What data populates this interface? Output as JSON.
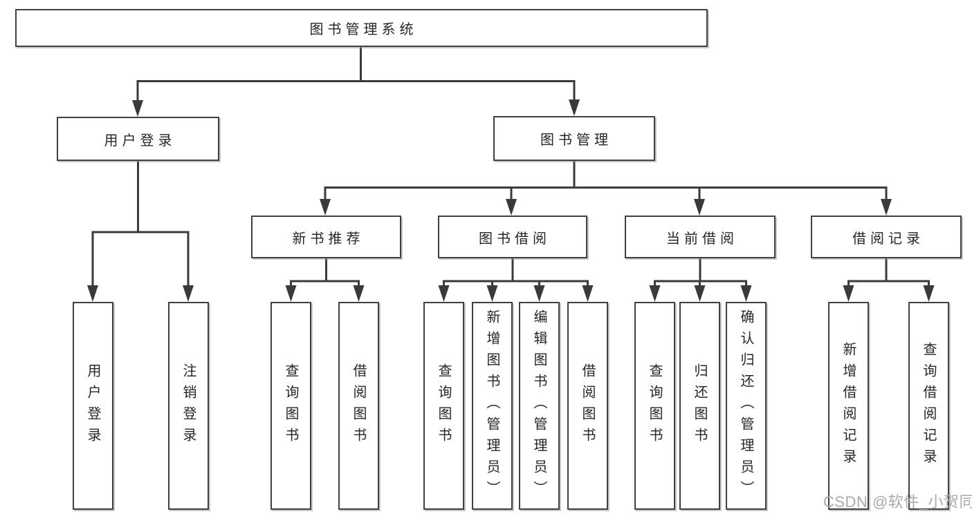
{
  "nodes": {
    "root": {
      "label": "图书管理系统"
    },
    "user_login": {
      "label": "用户登录"
    },
    "book_management": {
      "label": "图书管理"
    },
    "new_book_recommend": {
      "label": "新书推荐"
    },
    "book_borrowing": {
      "label": "图书借阅"
    },
    "current_borrowing": {
      "label": "当前借阅"
    },
    "borrowing_records": {
      "label": "借阅记录"
    },
    "leaf_user_login": {
      "label": "用户登录"
    },
    "leaf_logout": {
      "label": "注销登录"
    },
    "leaf_recommend_query_books": {
      "label": "查询图书"
    },
    "leaf_recommend_borrow_books": {
      "label": "借阅图书"
    },
    "leaf_borrowing_query_books": {
      "label": "查询图书"
    },
    "leaf_borrowing_add_books_admin": {
      "label": "新增图书（管理员）"
    },
    "leaf_borrowing_edit_books_admin": {
      "label": "编辑图书（管理员）"
    },
    "leaf_borrowing_borrow_books": {
      "label": "借阅图书"
    },
    "leaf_current_query_books": {
      "label": "查询图书"
    },
    "leaf_current_return_books": {
      "label": "归还图书"
    },
    "leaf_current_confirm_return_admin": {
      "label": "确认归还（管理员）"
    },
    "leaf_records_add_record": {
      "label": "新增借阅记录"
    },
    "leaf_records_query_record": {
      "label": "查询借阅记录"
    }
  },
  "watermark": {
    "text": "CSDN @软件_小贺同学"
  },
  "colors": {
    "line": "#3a3a3a",
    "box_border": "#404040",
    "text": "#262626",
    "watermark": "#aaaaaa",
    "background": "#ffffff"
  }
}
